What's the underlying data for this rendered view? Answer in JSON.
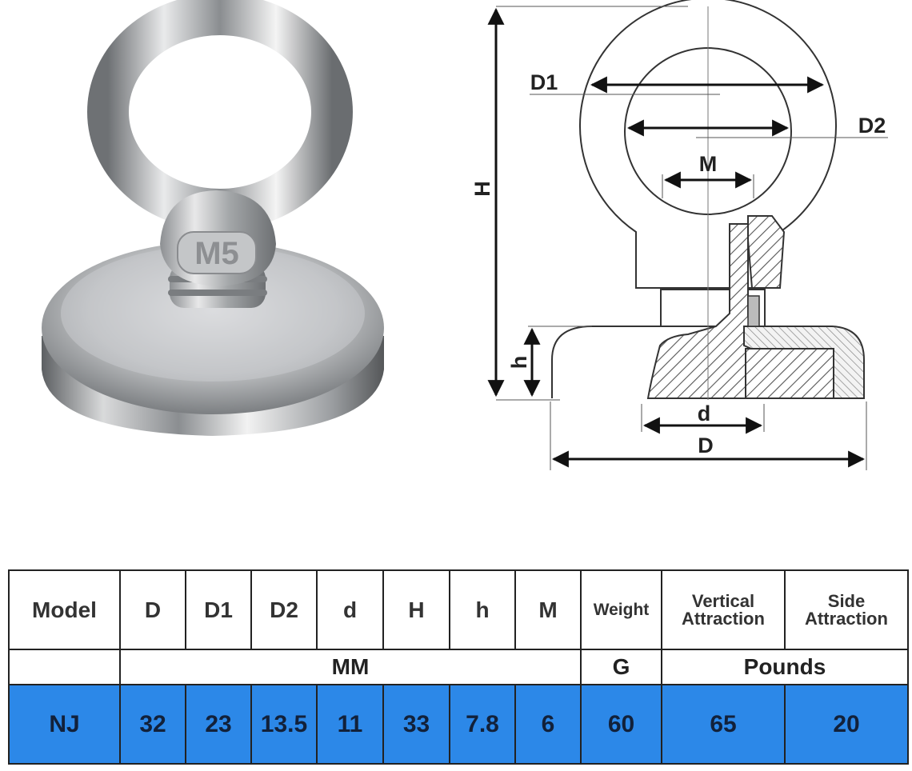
{
  "diagram": {
    "labels": {
      "D1": "D1",
      "D2": "D2",
      "M": "M",
      "H": "H",
      "h": "h",
      "d": "d",
      "D": "D"
    },
    "photo_marking": "M5"
  },
  "table": {
    "headers": [
      "Model",
      "D",
      "D1",
      "D2",
      "d",
      "H",
      "h",
      "M",
      "Weight",
      "Vertical Attraction",
      "Side Attraction"
    ],
    "units": {
      "mm": "MM",
      "g": "G",
      "pounds": "Pounds"
    },
    "rows": [
      [
        "NJ",
        "32",
        "23",
        "13.5",
        "11",
        "33",
        "7.8",
        "6",
        "60",
        "65",
        "20"
      ]
    ],
    "highlight_color": "#2c88e8"
  }
}
